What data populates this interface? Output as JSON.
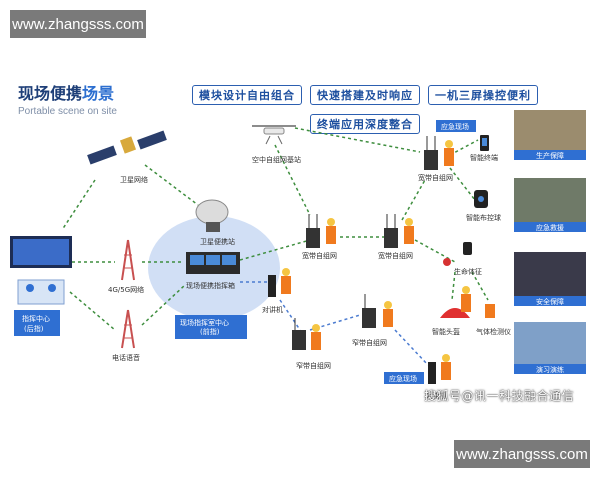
{
  "watermark_top": "www.zhangsss.com",
  "watermark_bottom": "www.zhangsss.com",
  "title_main": "现场便携",
  "title_accent": "场景",
  "subtitle": "Portable scene on site",
  "features": [
    "模块设计自由组合",
    "快速搭建及时响应",
    "一机三屏操控便利",
    "终端应用深度整合"
  ],
  "nodes": {
    "satellite_net": "卫星网络",
    "uav_relay": "空中自组网基站",
    "sat_portable": "卫星便携站",
    "portable_console": "现场便携指挥箱",
    "onsite_center": "现场指挥室中心",
    "onsite_center_sub": "(前指)",
    "command_center": "指挥中心",
    "command_center_sub": "(后指)",
    "mobile_net": "4G/5G网络",
    "phone_voice": "电话语音",
    "wideband_1": "宽带自组网",
    "wideband_2": "宽带自组网",
    "wideband_3": "宽带自组网",
    "emergency_top": "应急现场",
    "emergency_bottom": "应急现场",
    "smart_terminal": "智能终端",
    "smart_ptz": "智能布控球",
    "vital_signs": "生命体征",
    "smart_helmet": "智能头盔",
    "gas_detect": "气体检测仪",
    "walkie_talkie": "对讲机",
    "walkie_talkie_2": "对讲机",
    "narrowband_1": "窄带自组网",
    "narrowband_2": "窄带自组网"
  },
  "scenes": [
    "生产保障",
    "应急救援",
    "安全保障",
    "演习演练"
  ],
  "source_watermark": "搜狐号@讯一科技融合通信",
  "colors": {
    "title_dark": "#1e3f78",
    "title_accent": "#2d6fd0",
    "badge_blue": "#2f6fd2",
    "bubble": "#c9d9f3",
    "link_green": "#3e8e3e",
    "link_blue": "#4b7bd0"
  }
}
